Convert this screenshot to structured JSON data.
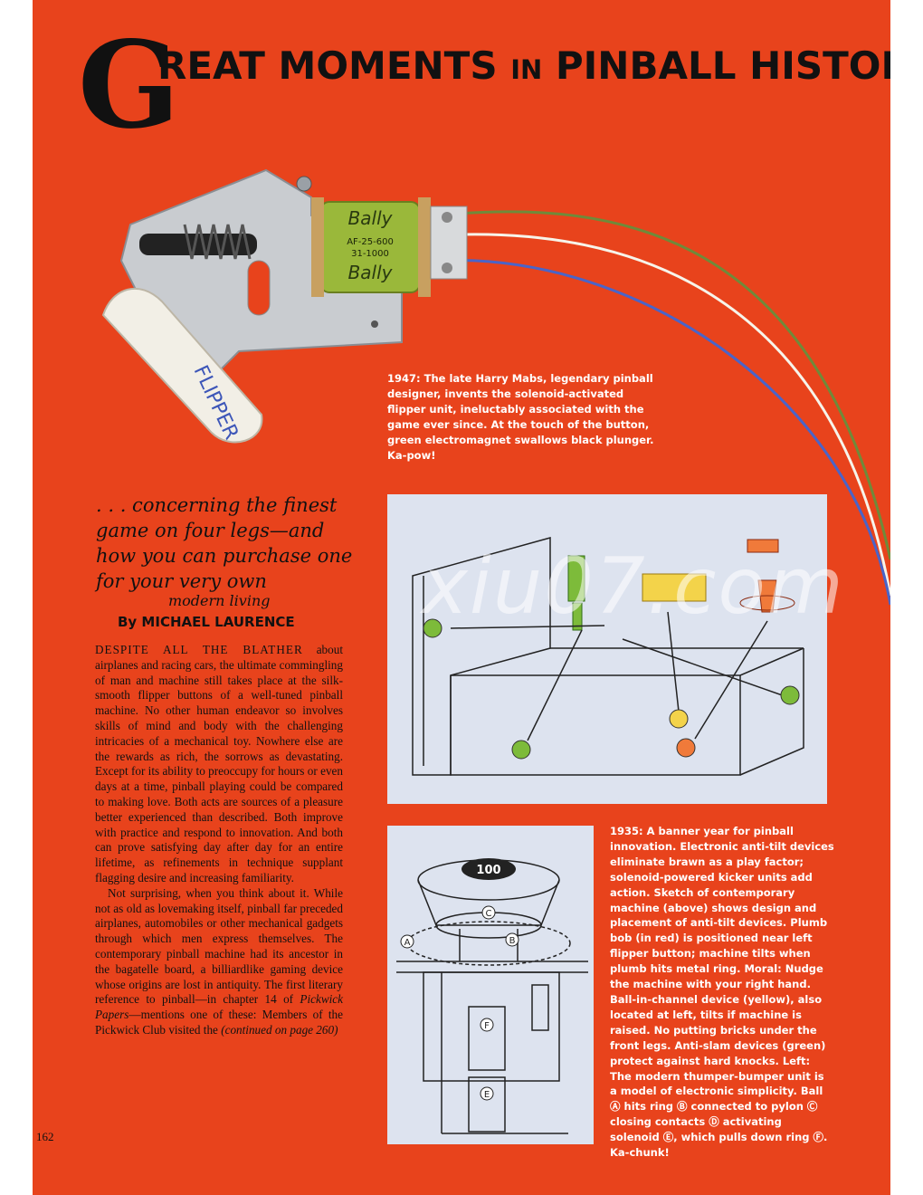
{
  "title": {
    "initial": "G",
    "rest": "REAT MOMENTS in PINBALL HISTORY"
  },
  "photo": {
    "coil_brand": "Bally",
    "coil_line1": "AF-25-600",
    "coil_line2": "31-1000",
    "coil_brand_bottom": "Bally",
    "flipper_label": "FLIPPER"
  },
  "caption1": {
    "year": "1947:",
    "text": "The late Harry Mabs, legendary pinball designer, invents the solenoid-activated flipper unit, ineluctably associated with the game ever since. At the touch of the button, green electromagnet swallows black plunger. Ka-pow!"
  },
  "tagline": ". . . concerning the finest game on four legs—and how you can purchase one for your very own",
  "magazine": "modern living",
  "byline": "By MICHAEL LAURENCE",
  "body": {
    "p1_lead": "DESPITE ALL THE BLATHER",
    "p1": "about airplanes and racing cars, the ultimate commingling of man and machine still takes place at the silk-smooth flipper buttons of a well-tuned pinball machine. No other human endeavor so involves skills of mind and body with the challenging intricacies of a mechanical toy. Nowhere else are the rewards as rich, the sorrows as devastating. Except for its ability to preoccupy for hours or even days at a time, pinball playing could be compared to making love. Both acts are sources of a pleasure better experienced than described. Both improve with practice and respond to innovation. And both can prove satisfying day after day for an entire lifetime, as refinements in technique supplant flagging desire and increasing familiarity.",
    "p2_a": "Not surprising, when you think about it. While not as old as lovemaking itself, pinball far preceded airplanes, automobiles or other mechanical gadgets through which men express themselves. The contemporary pinball machine had its ancestor in the bagatelle board, a billiardlike gaming device whose origins are lost in antiquity. The first literary reference to pinball—in chapter 14 of",
    "p2_book": "Pickwick Papers",
    "p2_b": "—mentions one of these: Members of the Pickwick Club visited the",
    "p2_continued": "(continued on page 260)"
  },
  "page_number": "162",
  "diagram2": {
    "cap_number": "100",
    "label_a": "A",
    "label_b": "B",
    "label_c": "C",
    "label_e": "E",
    "label_f": "F"
  },
  "caption2": {
    "year": "1935:",
    "text": "A banner year for pinball innovation. Electronic anti-tilt devices eliminate brawn as a play factor; solenoid-powered kicker units add action. Sketch of contemporary machine (above) shows design and placement of anti-tilt devices. Plumb bob (in red) is positioned near left flipper button; machine tilts when plumb hits metal ring. Moral: Nudge the machine with your right hand. Ball-in-channel device (yellow), also located at left, tilts if machine is raised. No putting bricks under the front legs. Anti-slam devices (green) protect against hard knocks. Left: The modern thumper-bumper unit is a model of electronic simplicity. Ball Ⓐ hits ring Ⓑ connected to pylon Ⓒ closing contacts Ⓓ activating solenoid Ⓔ, which pulls down ring Ⓕ. Ka-chunk!"
  },
  "watermark": "xiu07.com",
  "colors": {
    "page_bg": "#e8431c",
    "diagram_bg": "#dde3ef",
    "coil_green": "#9ab83a",
    "flipper_white": "#f2efe6"
  }
}
